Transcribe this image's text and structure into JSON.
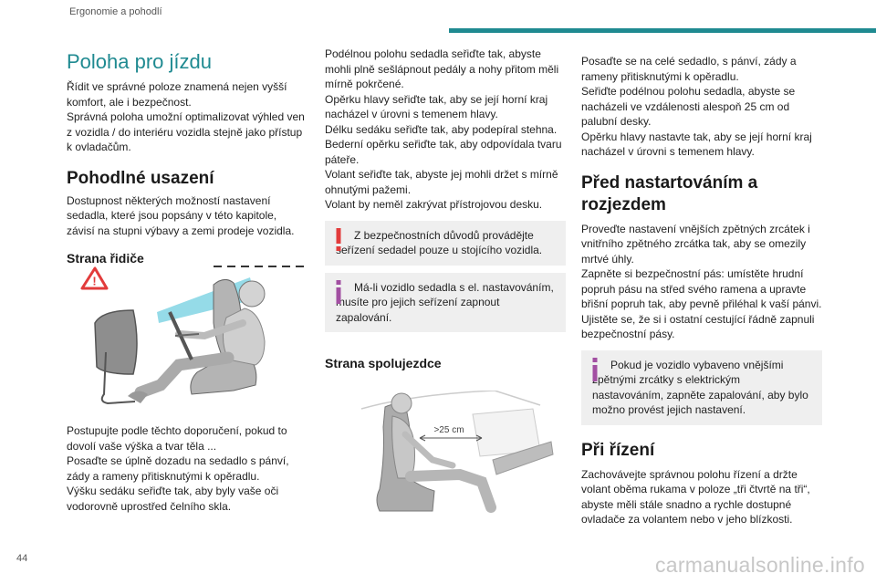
{
  "header": {
    "section": "Ergonomie a pohodlí"
  },
  "page_number": "44",
  "watermark": "carmanualsonline.info",
  "col1": {
    "title": "Poloha pro jízdu",
    "intro_1": "Řídit ve správné poloze znamená nejen vyšší komfort, ale i bezpečnost.",
    "intro_2": "Správná poloha umožní optimalizovat výhled ven z vozidla / do interiéru vozidla stejně jako přístup k ovladačům.",
    "h2": "Pohodlné usazení",
    "p_avail": "Dostupnost některých možností nastavení sedadla, které jsou popsány v této kapitole, závisí na stupni výbavy a zemi prodeje vozidla.",
    "h3_driver": "Strana řidiče",
    "p_follow": "Postupujte podle těchto doporučení, pokud to dovolí vaše výška a tvar těla ...",
    "p_seat": "Posaďte se úplně dozadu na sedadlo s pánví, zády a rameny přitisknutými k opěradlu.",
    "p_height": "Výšku sedáku seřiďte tak, aby byly vaše oči vodorovně uprostřed čelního skla."
  },
  "col2": {
    "p1": "Podélnou polohu sedadla seřiďte tak, abyste mohli plně sešlápnout pedály a nohy přitom měli mírně pokrčené.",
    "p2": "Opěrku hlavy seřiďte tak, aby se její horní kraj nacházel v úrovni s temenem hlavy.",
    "p3": "Délku sedáku seřiďte tak, aby podepíral stehna.",
    "p4": "Bederní opěrku seřiďte tak, aby odpovídala tvaru páteře.",
    "p5": "Volant seřiďte tak, abyste jej mohli držet s mírně ohnutými pažemi.",
    "p6": "Volant by neměl zakrývat přístrojovou desku.",
    "warning_text": "Z bezpečnostních důvodů provádějte seřízení sedadel pouze u stojícího vozidla.",
    "info_text": "Má-li vozidlo sedadla s el. nastavováním, musíte pro jejich seřízení zapnout zapalování.",
    "h3_passenger": "Strana spolujezdce",
    "measure_label": ">25 cm"
  },
  "col3": {
    "p1": "Posaďte se na celé sedadlo, s pánví, zády a rameny přitisknutými k opěradlu.",
    "p2": "Seřiďte podélnou polohu sedadla, abyste se nacházeli ve vzdálenosti alespoň 25 cm od palubní desky.",
    "p3": "Opěrku hlavy nastavte tak, aby se její horní kraj nacházel v úrovni s temenem hlavy.",
    "h2_before": "Před nastartováním a rozjezdem",
    "p4": "Proveďte nastavení vnějších zpětných zrcátek i vnitřního zpětného zrcátka tak, aby se omezily mrtvé úhly.",
    "p5": "Zapněte si bezpečnostní pás: umístěte hrudní popruh pásu na střed svého ramena a upravte břišní popruh tak, aby pevně přiléhal k vaší pánvi.",
    "p6": "Ujistěte se, že si i ostatní cestující řádně zapnuli bezpečnostní pásy.",
    "info_text": "Pokud je vozidlo vybaveno vnějšími zpětnými zrcátky s elektrickým nastavováním, zapněte zapalování, aby bylo možno provést jejich nastavení.",
    "h2_driving": "Při řízení",
    "p7": "Zachovávejte správnou polohu řízení a držte volant oběma rukama v poloze „tři čtvrtě na tři“, abyste měli stále snadno a rychle dostupné ovladače za volantem nebo v jeho blízkosti."
  },
  "colors": {
    "accent": "#1f8a91",
    "warning": "#e23b3b",
    "info": "#a24fa2"
  }
}
